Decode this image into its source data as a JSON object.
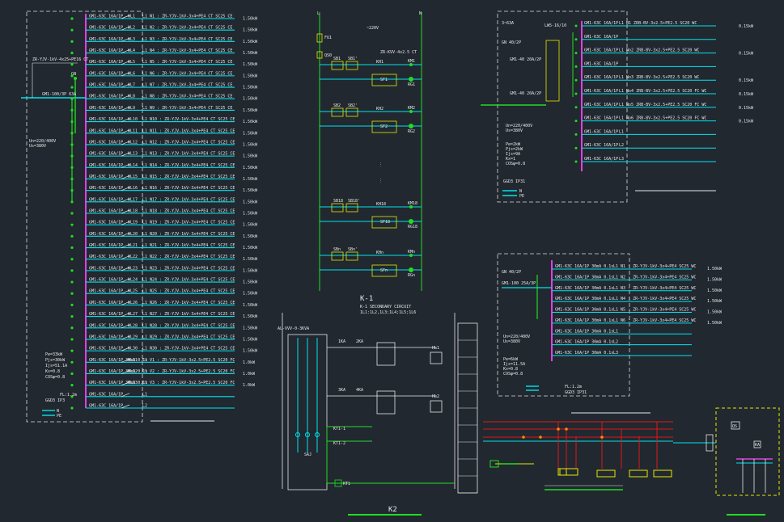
{
  "colors": {
    "background": "#212830",
    "bus": "#e040e0",
    "phase_line": "#00e5ee",
    "neutral": "#00e5ee",
    "green": "#22dd22",
    "text": "#e8e8e8",
    "dashed_frame": "#dddddd",
    "yellow": "#e8e800",
    "red": "#e01818",
    "orange": "#ff8800"
  },
  "panel_left": {
    "incoming_cable": "ZR-YJV-1kV-4x25+PE16 CT",
    "incoming_breaker": "GM1-100/3P 63A",
    "spd_label": "GN",
    "params": [
      "Un=220/400V",
      "Us=380V"
    ],
    "feeders": [
      {
        "breaker": "GM1-63C 16A/1P",
        "circuit": "WL1",
        "cable": "L1  N1 : ZR-YJV-1kV-3x4+PE4 CT SC25 CE",
        "load": "1.50kW"
      },
      {
        "breaker": "GM1-63C 16A/1P",
        "circuit": "WL2",
        "cable": "L1  N2 : ZR-YJV-1kV-3x4+PE4 CT SC25 CE",
        "load": "1.50kW"
      },
      {
        "breaker": "GM1-63C 16A/1P",
        "circuit": "WL3",
        "cable": "L1  N3 : ZR-YJV-1kV-3x4+PE4 CT SC25 CE",
        "load": "1.50kW"
      },
      {
        "breaker": "GM1-63C 16A/1P",
        "circuit": "WL4",
        "cable": "L1  N4 : ZR-YJV-1kV-3x4+PE4 CT SC25 CE",
        "load": "1.50kW"
      },
      {
        "breaker": "GM1-63C 16A/1P",
        "circuit": "WL5",
        "cable": "L1  N5 : ZR-YJV-1kV-3x4+PE4 CT SC25 CE",
        "load": "1.50kW"
      },
      {
        "breaker": "GM1-63C 16A/1P",
        "circuit": "WL6",
        "cable": "L1  N6 : ZR-YJV-1kV-3x4+PE4 CT SC25 CE",
        "load": "1.50kW"
      },
      {
        "breaker": "GM1-63C 16A/1P",
        "circuit": "WL7",
        "cable": "L1  N7 : ZR-YJV-1kV-3x4+PE4 CT SC25 CE",
        "load": "1.50kW"
      },
      {
        "breaker": "GM1-63C 16A/1P",
        "circuit": "WL8",
        "cable": "L1  N8 : ZR-YJV-1kV-3x4+PE4 CT SC25 CE",
        "load": "1.50kW"
      },
      {
        "breaker": "GM1-63C 16A/1P",
        "circuit": "WL9",
        "cable": "L1  N9 : ZR-YJV-1kV-3x4+PE4 CT SC25 CE",
        "load": "1.50kW"
      },
      {
        "breaker": "GM1-63C 16A/1P",
        "circuit": "WL10",
        "cable": "L1  N10 : ZR-YJV-1kV-3x4+PE4 CT SC25 CE",
        "load": "1.50kW"
      },
      {
        "breaker": "GM1-63C 16A/1P",
        "circuit": "WL11",
        "cable": "L1  N11 : ZR-YJV-1kV-3x4+PE4 CT SC25 CE",
        "load": "1.50kW"
      },
      {
        "breaker": "GM1-63C 16A/1P",
        "circuit": "WL12",
        "cable": "L1  N12 : ZR-YJV-1kV-3x4+PE4 CT SC25 CE",
        "load": "1.50kW"
      },
      {
        "breaker": "GM1-63C 16A/1P",
        "circuit": "WL13",
        "cable": "L1  N13 : ZR-YJV-1kV-3x4+PE4 CT SC25 CE",
        "load": "1.50kW"
      },
      {
        "breaker": "GM1-63C 16A/1P",
        "circuit": "WL14",
        "cable": "L1  N14 : ZR-YJV-1kV-3x4+PE4 CT SC25 CE",
        "load": "1.50kW"
      },
      {
        "breaker": "GM1-63C 16A/1P",
        "circuit": "WL15",
        "cable": "L1  N15 : ZR-YJV-1kV-3x4+PE4 CT SC25 CE",
        "load": "1.50kW"
      },
      {
        "breaker": "GM1-63C 16A/1P",
        "circuit": "WL16",
        "cable": "L1  N16 : ZR-YJV-1kV-3x4+PE4 CT SC25 CE",
        "load": "1.50kW"
      },
      {
        "breaker": "GM1-63C 16A/1P",
        "circuit": "WL17",
        "cable": "L1  N17 : ZR-YJV-1kV-3x4+PE4 CT SC25 CE",
        "load": "1.50kW"
      },
      {
        "breaker": "GM1-63C 16A/1P",
        "circuit": "WL18",
        "cable": "L1  N18 : ZR-YJV-1kV-3x4+PE4 CT SC25 CE",
        "load": "1.50kW"
      },
      {
        "breaker": "GM1-63C 16A/1P",
        "circuit": "WL19",
        "cable": "L1  N19 : ZR-YJV-1kV-3x4+PE4 CT SC25 CE",
        "load": "1.50kW"
      },
      {
        "breaker": "GM1-63C 16A/1P",
        "circuit": "WL20",
        "cable": "L1  N20 : ZR-YJV-1kV-3x4+PE4 CT SC25 CE",
        "load": "1.50kW"
      },
      {
        "breaker": "GM1-63C 16A/1P",
        "circuit": "WL21",
        "cable": "L1  N21 : ZR-YJV-1kV-3x4+PE4 CT SC25 CE",
        "load": "1.50kW"
      },
      {
        "breaker": "GM1-63C 16A/1P",
        "circuit": "WL22",
        "cable": "L1  N22 : ZR-YJV-1kV-3x4+PE4 CT SC25 CE",
        "load": "1.50kW"
      },
      {
        "breaker": "GM1-63C 16A/1P",
        "circuit": "WL23",
        "cable": "L1  N23 : ZR-YJV-1kV-3x4+PE4 CT SC25 CE",
        "load": "1.50kW"
      },
      {
        "breaker": "GM1-63C 16A/1P",
        "circuit": "WL24",
        "cable": "L1  N24 : ZR-YJV-1kV-3x4+PE4 CT SC25 CE",
        "load": "1.50kW"
      },
      {
        "breaker": "GM1-63C 16A/1P",
        "circuit": "WL25",
        "cable": "L1  N25 : ZR-YJV-1kV-3x4+PE4 CT SC25 CE",
        "load": "1.50kW"
      },
      {
        "breaker": "GM1-63C 16A/1P",
        "circuit": "WL26",
        "cable": "L1  N26 : ZR-YJV-1kV-3x4+PE4 CT SC25 CE",
        "load": "1.50kW"
      },
      {
        "breaker": "GM1-63C 16A/1P",
        "circuit": "WL27",
        "cable": "L1  N27 : ZR-YJV-1kV-3x4+PE4 CT SC25 CE",
        "load": "1.50kW"
      },
      {
        "breaker": "GM1-63C 16A/1P",
        "circuit": "WL28",
        "cable": "L1  N28 : ZR-YJV-1kV-3x4+PE4 CT SC25 CE",
        "load": "1.50kW"
      },
      {
        "breaker": "GM1-63C 16A/1P",
        "circuit": "WL29",
        "cable": "L1  N29 : ZR-YJV-1kV-3x4+PE4 CT SC25 CE",
        "load": "1.50kW"
      },
      {
        "breaker": "GM1-63C 16A/1P",
        "circuit": "WL30",
        "cable": "L1  N30 : ZR-YJV-1kV-3x4+PE4 CT SC25 CE",
        "load": "1.50kW"
      },
      {
        "breaker": "GM1-63C 16A/1P 30mA 0.1s",
        "circuit": "WL31",
        "cable": "L1  V1 : ZR-YJV-1kV-3x2.5+PE2.5 SC20 FC",
        "load": "1.0kW"
      },
      {
        "breaker": "GM1-63C 16A/1P 30mA 0.1s",
        "circuit": "WL32",
        "cable": "L1  V2 : ZR-YJV-1kV-3x2.5+PE2.5 SC20 FC",
        "load": "1.0kW"
      },
      {
        "breaker": "GM1-63C 16A/1P 30mA 0.1s",
        "circuit": "WL33",
        "cable": "L1  V3 : ZR-YJV-1kV-3x2.5+PE2.5 SC20 FC",
        "load": "1.0kW"
      },
      {
        "breaker": "GM1-63C 16A/1P",
        "circuit": "",
        "cable": "L1",
        "load": ""
      },
      {
        "breaker": "GM1-63C 16A/1P",
        "circuit": "",
        "cable": "L2",
        "load": ""
      }
    ],
    "calc": [
      "Pe=33kW",
      "Pjs=30kW",
      "Ijs=51.1A",
      "Kx=0.8",
      "COSφ=0.8"
    ],
    "footer": [
      "FL:1.2m",
      "GGD3  IP3"
    ],
    "legend": [
      {
        "code": "N"
      },
      {
        "code": "PE"
      }
    ]
  },
  "control_circuit": {
    "title": "K-1",
    "subtitle": "K-1 SECONDARY CIRCUIT",
    "subtitle2": "1L1:1L2,1L3;1L4;1L5;1L6",
    "voltage": "~220V",
    "cable": "ZR-KVV-4x2.5 CT",
    "fuse": "FU1",
    "breaker": "QS0",
    "left_bus": "L",
    "right_bus": "N",
    "rungs": [
      {
        "sb1": "SB1",
        "sb2": "SB1'",
        "relay": "KH1",
        "contactor": "KM1",
        "lamp": "RG1",
        "sf": "SF1"
      },
      {
        "sb1": "SB2",
        "sb2": "SB2'",
        "relay": "KH2",
        "contactor": "KM2",
        "lamp": "RG2",
        "sf": "SF2"
      },
      {
        "sb1": "SB18",
        "sb2": "SB18'",
        "relay": "KH18",
        "contactor": "KM18",
        "lamp": "RG18",
        "sf": "SF18"
      },
      {
        "sb1": "SBn",
        "sb2": "SBn'",
        "relay": "KHn",
        "contactor": "KMn",
        "lamp": "RGn",
        "sf": "SFn"
      }
    ]
  },
  "k2_circuit": {
    "title": "K2",
    "left_label": "AL-VVV-0-3KVA",
    "timer_labels": [
      "KT1-1",
      "KT1-2",
      "KT1"
    ],
    "switch_label": "SAJ",
    "contact_labels": [
      "1KA",
      "2KA",
      "3KA",
      "4KA"
    ],
    "lamp_labels": [
      "HL1",
      "HL2"
    ]
  },
  "panel_top_right": {
    "incoming": "3~63A",
    "spd": "GN 40/2P",
    "meter": "LW5-16/10",
    "breakers": [
      "GM1-40 20A/2P",
      "GM1-40 20A/2P"
    ],
    "feeders": [
      {
        "breaker": "GM1-63C 16A/1P",
        "cable": "L1  N1 ZRB-BV-3x2.5+PE2.5 SC20 WC",
        "load": "0.15kW"
      },
      {
        "breaker": "GM1-63C 16A/1P",
        "cable": "",
        "load": ""
      },
      {
        "breaker": "GM1-63C 16A/1P",
        "cable": "L1  No2 ZRB-BV-3x2.5+PE2.5 SC20 WC",
        "load": "0.15kW"
      },
      {
        "breaker": "GM1-63C 16A/1P",
        "cable": "",
        "load": ""
      },
      {
        "breaker": "GM1-63C 16A/1P",
        "cable": "L1  No3 ZRB-BV-3x2.5+PE2.5 SC20 WC",
        "load": "0.15kW"
      },
      {
        "breaker": "GM1-63C 16A/1P",
        "cable": "L1  No4 ZRB-BV-3x2.5+PE2.5 SC20 FC WC",
        "load": "0.15kW"
      },
      {
        "breaker": "GM1-63C 16A/1P",
        "cable": "L1  No5 ZRB-BV-3x2.5+PE2.5 SC20 FC WC",
        "load": "0.15kW"
      },
      {
        "breaker": "GM1-63C 16A/1P",
        "cable": "L1  No6 ZRB-BV-3x2.5+PE2.5 SC20 FC WC",
        "load": "0.15kW"
      },
      {
        "breaker": "GM1-63C 16A/1P",
        "cable": "L1",
        "load": ""
      },
      {
        "breaker": "GM1-63C 16A/1P",
        "cable": "L2",
        "load": ""
      },
      {
        "breaker": "GM1-63C 16A/1P",
        "cable": "L3",
        "load": ""
      }
    ],
    "params": [
      "Un=220/400V",
      "Us=380V"
    ],
    "calc": [
      "Pe=2kW",
      "Pjs=2kW",
      "Ijs=9A",
      "Kx=1",
      "COSφ=0.8"
    ],
    "footer": "GGD3 IP31",
    "legend": [
      {
        "code": "N"
      },
      {
        "code": "PE"
      }
    ]
  },
  "panel_mid_right": {
    "incoming": "GM1-100 25A/3P",
    "spd": "GN 40/2P",
    "feeders": [
      {
        "breaker": "GM1-63C 16A/1P 30mA 0.1s",
        "cable": "L1  N1 : ZR-YJV-1kV-3x4+PE4 SC25 WC",
        "load": "1.50kW"
      },
      {
        "breaker": "GM1-63C 16A/1P 30mA 0.1s",
        "cable": "L1  N2 : ZR-YJV-1kV-3x4+PE4 SC25 WC",
        "load": "1.50kW"
      },
      {
        "breaker": "GM1-63C 16A/1P 30mA 0.1s",
        "cable": "L1  N3 : ZR-YJV-1kV-3x4+PE4 SC25 WC",
        "load": "1.50kW"
      },
      {
        "breaker": "GM1-63C 16A/1P 30mA 0.1s",
        "cable": "L1  N4 : ZR-YJV-1kV-3x4+PE4 SC25 WC",
        "load": "1.50kW"
      },
      {
        "breaker": "GM1-63C 16A/1P 30mA 0.1s",
        "cable": "L1  N5 : ZR-YJV-1kV-3x4+PE4 SC25 WC",
        "load": "1.50kW"
      },
      {
        "breaker": "GM1-63C 16A/1P 30mA 0.1s",
        "cable": "L1  N6 : ZR-YJV-1kV-3x4+PE4 SC25 WC",
        "load": "1.50kW"
      },
      {
        "breaker": "GM1-63C 16A/1P 30mA 0.1s",
        "cable": "L1",
        "load": ""
      },
      {
        "breaker": "GM1-63C 16A/1P 30mA 0.1s",
        "cable": "L2",
        "load": ""
      },
      {
        "breaker": "GM1-63C 16A/1P 30mA 0.1s",
        "cable": "L3",
        "load": ""
      }
    ],
    "params": [
      "Un=220/400V",
      "Us=380V"
    ],
    "calc": [
      "Pe=6kW",
      "Ijs=11.5A",
      "Kx=0.8",
      "COSφ=0.8"
    ],
    "footer": [
      "FL:1.2m",
      "GGD3 IP31"
    ]
  },
  "wiring_diagram": {
    "breaker_label": "QS",
    "relay_label": "KA"
  }
}
